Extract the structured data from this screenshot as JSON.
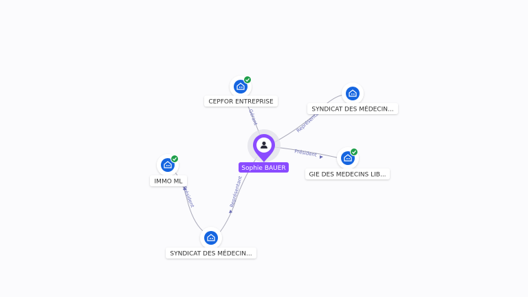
{
  "colors": {
    "edge": "#a8a8b8",
    "company_icon": "#1565e0",
    "check_badge": "#1e9e4a",
    "person_pin": "#8a4bff",
    "edge_label": "#6c6fb7"
  },
  "center": {
    "label": "Sophie BAUER",
    "icon": "person-icon"
  },
  "nodes": [
    {
      "id": "cepfor",
      "label": "CEPFOR ENTREPRISE",
      "verified": true
    },
    {
      "id": "syndicat1",
      "label": "SYNDICAT DES MÉDECIN...",
      "verified": false
    },
    {
      "id": "gie",
      "label": "GIE DES MEDECINS LIB...",
      "verified": true
    },
    {
      "id": "immo",
      "label": "IMMO ML",
      "verified": true
    },
    {
      "id": "syndicat2",
      "label": "SYNDICAT DES MÉDECIN...",
      "verified": false
    }
  ],
  "edges": [
    {
      "from": "center",
      "to": "cepfor",
      "label": "Gérant"
    },
    {
      "from": "center",
      "to": "syndicat1",
      "label": "Représentant"
    },
    {
      "from": "center",
      "to": "gie",
      "label": "Président"
    },
    {
      "from": "center",
      "to": "syndicat2",
      "label": "Représentant"
    },
    {
      "from": "syndicat2",
      "to": "immo",
      "label": "Président"
    }
  ]
}
